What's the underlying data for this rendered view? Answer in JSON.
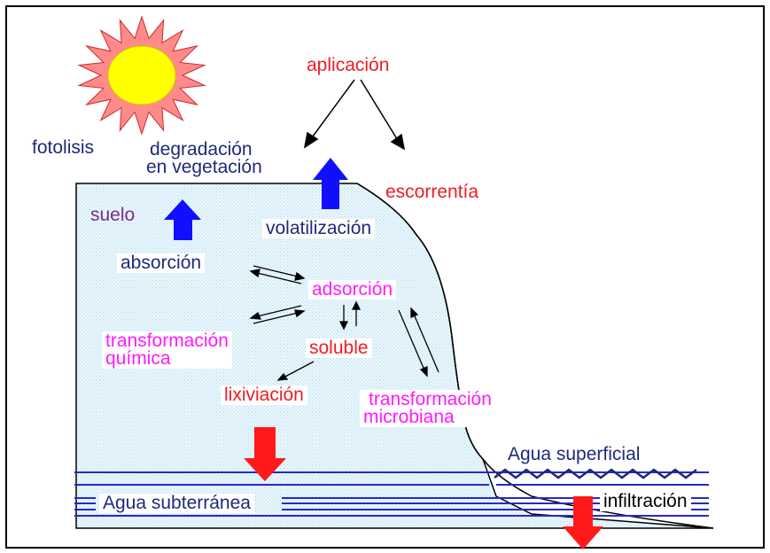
{
  "colors": {
    "navy": "#1e2a78",
    "red": "#ee1c24",
    "magenta": "#ff1aff",
    "purple": "#7b2a8b",
    "blue_arrow": "#1010ff",
    "red_arrow": "#ff1a1a",
    "water_line": "#2828c8",
    "soil_fill": "#dff2fb",
    "sun_rays": "#ff8a8a",
    "sun_core": "#ffff00"
  },
  "labels": {
    "aplicacion": "aplicación",
    "fotolisis": "fotolisis",
    "degradacion_line1": "degradación",
    "degradacion_line2": "en vegetación",
    "escorrentia": "escorrentía",
    "suelo": "suelo",
    "volatilizacion": "volatilización",
    "absorcion": "absorción",
    "adsorcion": "adsorción",
    "transformacion_quimica_line1": "transformación",
    "transformacion_quimica_line2": "química",
    "soluble": "soluble",
    "lixiviacion": "lixiviación",
    "transformacion_microbiana_line1": "transformación",
    "transformacion_microbiana_line2": "microbiana",
    "agua_superficial": "Agua superficial",
    "agua_subterranea": "Agua subterránea",
    "infiltracion": "infiltración"
  }
}
